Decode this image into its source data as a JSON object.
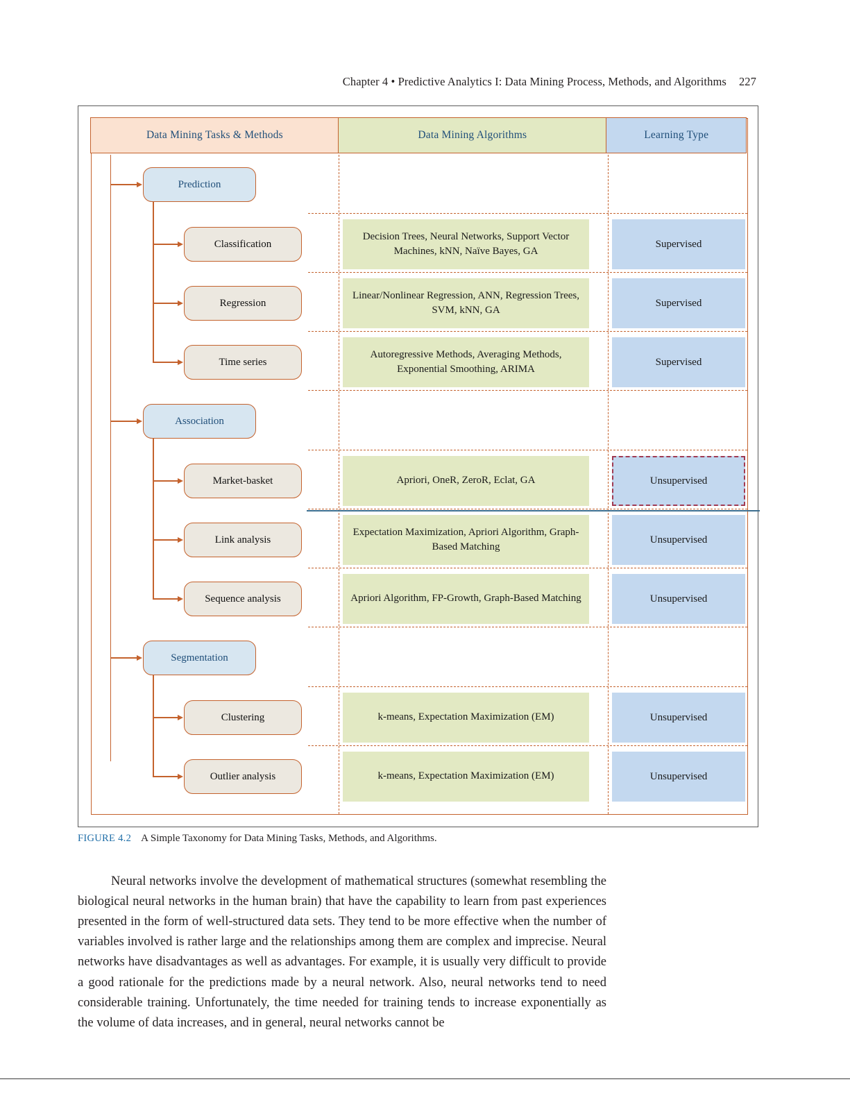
{
  "running_head": {
    "text": "Chapter 4  •  Predictive Analytics I: Data Mining Process, Methods, and Algorithms",
    "page_number": "227"
  },
  "figure": {
    "headers": {
      "tasks": "Data Mining Tasks & Methods",
      "algorithms": "Data Mining Algorithms",
      "learning_type": "Learning Type"
    },
    "groups": [
      {
        "label": "Prediction",
        "children": [
          {
            "label": "Classification",
            "algorithms": "Decision Trees, Neural Networks, Support Vector Machines, kNN, Naïve Bayes, GA",
            "learning": "Supervised",
            "highlight": false
          },
          {
            "label": "Regression",
            "algorithms": "Linear/Nonlinear Regression, ANN, Regression Trees, SVM, kNN, GA",
            "learning": "Supervised",
            "highlight": false
          },
          {
            "label": "Time series",
            "algorithms": "Autoregressive Methods, Averaging Methods, Exponential Smoothing, ARIMA",
            "learning": "Supervised",
            "highlight": false
          }
        ]
      },
      {
        "label": "Association",
        "children": [
          {
            "label": "Market-basket",
            "algorithms": "Apriori, OneR, ZeroR, Eclat, GA",
            "learning": "Unsupervised",
            "highlight": true
          },
          {
            "label": "Link analysis",
            "algorithms": "Expectation Maximization, Apriori Algorithm, Graph-Based Matching",
            "learning": "Unsupervised",
            "highlight": false
          },
          {
            "label": "Sequence analysis",
            "algorithms": "Apriori Algorithm, FP-Growth, Graph-Based Matching",
            "learning": "Unsupervised",
            "highlight": false
          }
        ]
      },
      {
        "label": "Segmentation",
        "children": [
          {
            "label": "Clustering",
            "algorithms": "k-means, Expectation Maximization (EM)",
            "learning": "Unsupervised",
            "highlight": false
          },
          {
            "label": "Outlier analysis",
            "algorithms": "k-means, Expectation Maximization (EM)",
            "learning": "Unsupervised",
            "highlight": false
          }
        ]
      }
    ],
    "colors": {
      "tasks_header_fill": "#fbe2d1",
      "algorithms_header_fill": "#e2e9c3",
      "learning_header_fill": "#c3d8ef",
      "frame_stroke": "#c4622d",
      "major_box_fill": "#d7e6f1",
      "minor_box_fill": "#ece8e0",
      "header_text": "#1f4e79",
      "highlight_stroke": "#a03a52",
      "annotation_underline": "#3d6e8f"
    }
  },
  "caption": {
    "label": "FIGURE 4.2",
    "text": "A Simple Taxonomy for Data Mining Tasks, Methods, and Algorithms."
  },
  "body": {
    "paragraph": "Neural networks involve the development of mathematical structures (somewhat resembling the biological neural networks in the human brain) that have the capability to learn from past experiences presented in the form of well-structured data sets. They tend to be more effective when the number of variables involved is rather large and the relationships among them are complex and imprecise. Neural networks have disadvantages as well as advantages. For example, it is usually very difficult to provide a good rationale for the predictions made by a neural network. Also, neural networks tend to need considerable training. Unfortunately, the time needed for training tends to increase exponentially as the volume of data increases, and in general, neural networks cannot be"
  }
}
